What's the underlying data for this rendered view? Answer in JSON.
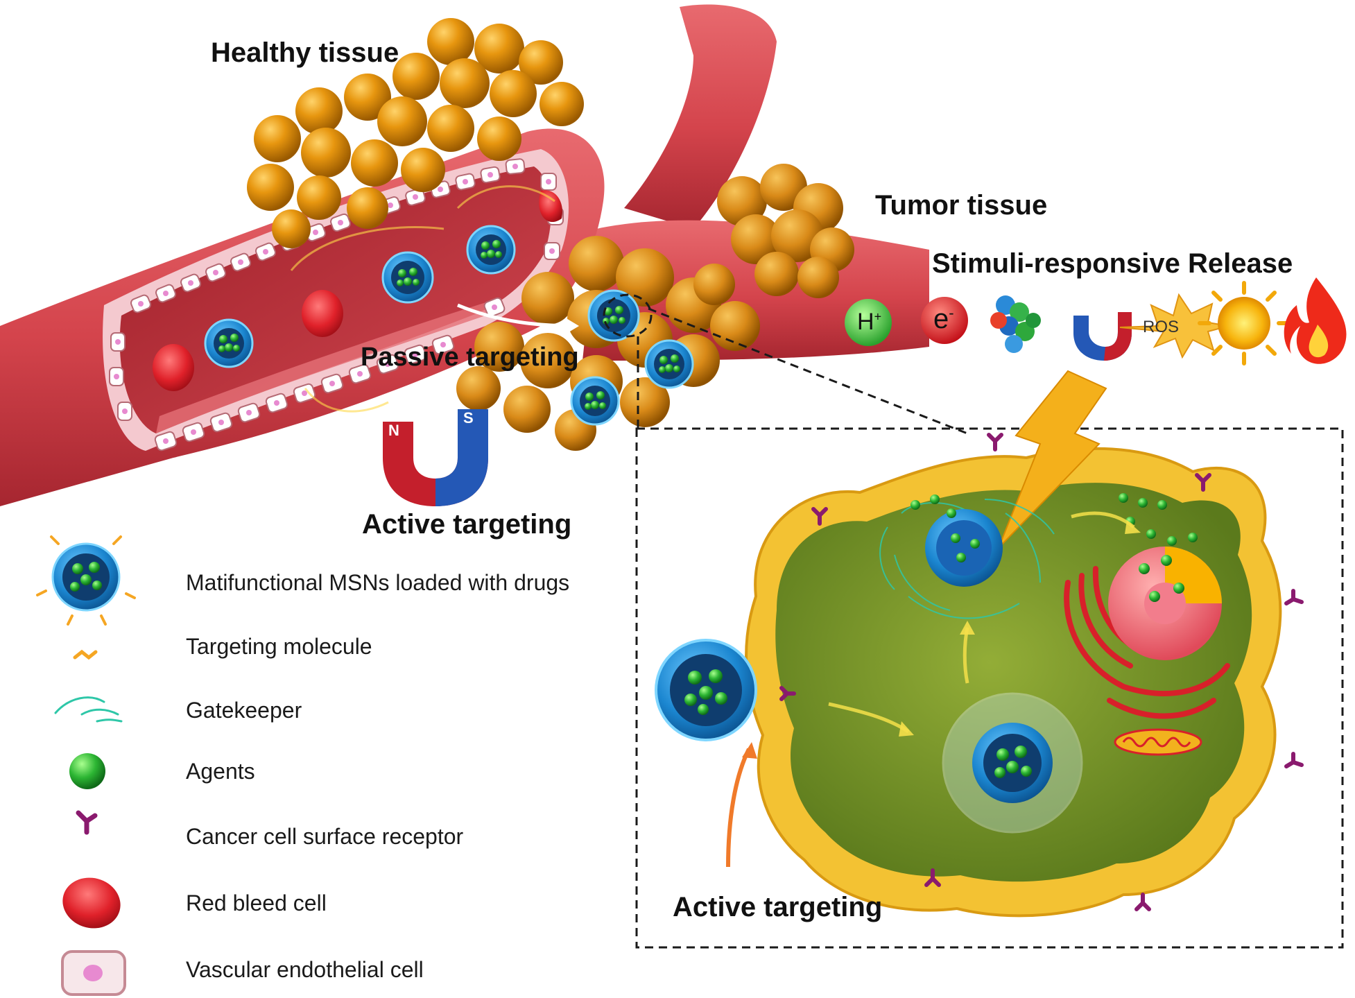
{
  "labels": {
    "healthy_tissue": "Healthy tissue",
    "tumor_tissue": "Tumor tissue",
    "stimuli_release": "Stimuli-responsive Release",
    "passive_targeting": "Passive targeting",
    "active_targeting_magnet": "Active  targeting",
    "active_targeting_cell": "Active  targeting"
  },
  "stimuli": {
    "proton": "H",
    "proton_sup": "+",
    "electron": "e",
    "electron_sup": "-",
    "ros": "ROS"
  },
  "magnet": {
    "north": "N",
    "south": "S"
  },
  "legend": [
    {
      "icon": "msn-nanoparticle-icon",
      "text": "Matifunctional MSNs loaded with drugs"
    },
    {
      "icon": "targeting-molecule-icon",
      "text": "Targeting molecule"
    },
    {
      "icon": "gatekeeper-icon",
      "text": "Gatekeeper"
    },
    {
      "icon": "agent-sphere-icon",
      "text": "Agents"
    },
    {
      "icon": "receptor-icon",
      "text": "Cancer cell surface receptor"
    },
    {
      "icon": "red-blood-cell-icon",
      "text": "Red bleed cell"
    },
    {
      "icon": "endothelial-cell-icon",
      "text": "Vascular endothelial cell"
    }
  ],
  "colors": {
    "vessel": "#d9474f",
    "vessel_dark": "#a8222b",
    "healthy_cells": "#e0900e",
    "tumor_cells": "#d8891c",
    "cell_membrane": "#f3c233",
    "cytoplasm": "#7f9a2c",
    "nanoparticle": "#1f8fd6",
    "agent": "#2fb83a",
    "receptor": "#8a1a6e",
    "lightning": "#f0a81a"
  }
}
